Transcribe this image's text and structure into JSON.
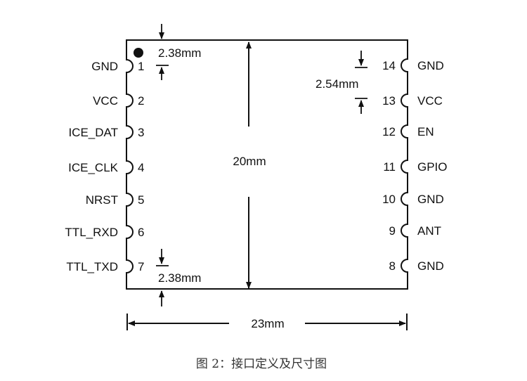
{
  "left_pins": [
    {
      "num": "1",
      "name": "GND"
    },
    {
      "num": "2",
      "name": "VCC"
    },
    {
      "num": "3",
      "name": "ICE_DAT"
    },
    {
      "num": "4",
      "name": "ICE_CLK"
    },
    {
      "num": "5",
      "name": "NRST"
    },
    {
      "num": "6",
      "name": "TTL_RXD"
    },
    {
      "num": "7",
      "name": "TTL_TXD"
    }
  ],
  "right_pins": [
    {
      "num": "14",
      "name": "GND"
    },
    {
      "num": "13",
      "name": "VCC"
    },
    {
      "num": "12",
      "name": "EN"
    },
    {
      "num": "11",
      "name": "GPIO"
    },
    {
      "num": "10",
      "name": "GND"
    },
    {
      "num": "9",
      "name": "ANT"
    },
    {
      "num": "8",
      "name": "GND"
    }
  ],
  "dimensions": {
    "top_margin": "2.38mm",
    "bottom_margin": "2.38mm",
    "pin_pitch": "2.54mm",
    "height": "20mm",
    "width": "23mm"
  },
  "caption": "图 2：接口定义及尺寸图"
}
